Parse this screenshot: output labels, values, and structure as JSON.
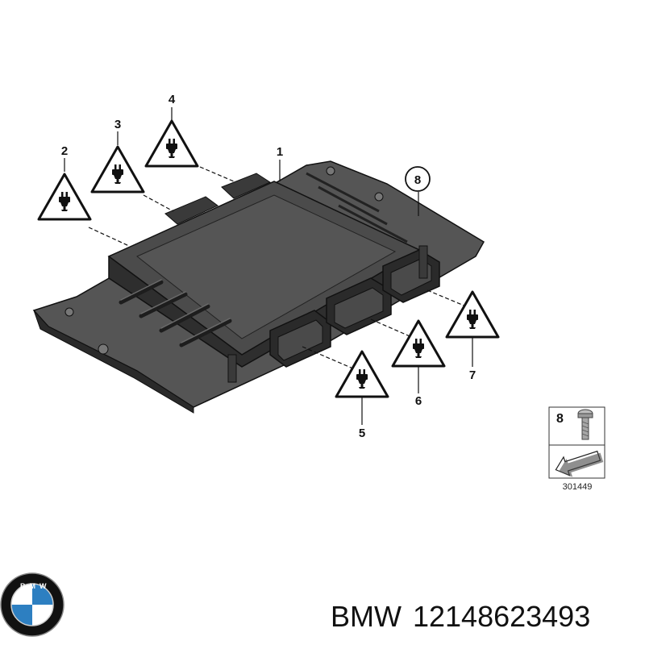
{
  "diagram": {
    "callouts": [
      {
        "id": "1",
        "label": "1"
      },
      {
        "id": "2",
        "label": "2"
      },
      {
        "id": "3",
        "label": "3"
      },
      {
        "id": "4",
        "label": "4"
      },
      {
        "id": "5",
        "label": "5"
      },
      {
        "id": "6",
        "label": "6"
      },
      {
        "id": "7",
        "label": "7"
      },
      {
        "id": "8",
        "label": "8"
      }
    ],
    "legend": {
      "part_label": "8",
      "figure_number": "301449"
    }
  },
  "footer": {
    "brand_logo_text": "BMW",
    "brand": "BMW",
    "part_number": "12148623493"
  },
  "colors": {
    "housing_top": "#4b4b4b",
    "housing_side": "#2e2e2e",
    "bracket": "#5a5a5a",
    "line": "#111111",
    "logo_blue": "#2d7fc1",
    "logo_ring": "#111111"
  }
}
